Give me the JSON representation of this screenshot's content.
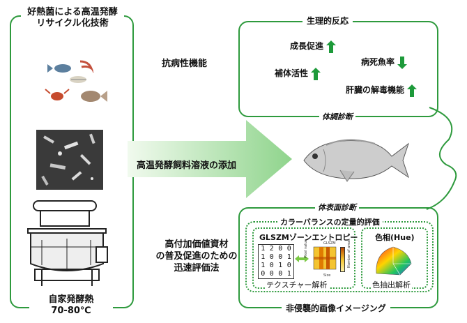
{
  "left_panel": {
    "title_line1": "好熱菌による高温発酵",
    "title_line2": "リサイクル化技術",
    "bottom_line1": "自家発酵熱",
    "bottom_line2": "70-80℃"
  },
  "middle": {
    "label_top": "抗病性機能",
    "arrow_label": "高温発酵飼料溶液の添加",
    "bottom_line1": "高付加価値資材",
    "bottom_line2": "の普及促進のための",
    "bottom_line3": "迅速評価法"
  },
  "top_right": {
    "title": "生理的反応",
    "items": [
      {
        "label": "成長促進",
        "dir": "up"
      },
      {
        "label": "病死魚率",
        "dir": "down"
      },
      {
        "label": "補体活性",
        "dir": "up"
      },
      {
        "label": "肝臓の解毒機能",
        "dir": "up"
      }
    ],
    "footer": "体調診断"
  },
  "bottom_right": {
    "title": "体表面診断",
    "inner_title": "カラーバランスの定量的評価",
    "glszm_title": "GLSZMゾーンエントロピー",
    "matrix": [
      [
        "1",
        "2",
        "0",
        "0"
      ],
      [
        "1",
        "0",
        "0",
        "1"
      ],
      [
        "1",
        "0",
        "1",
        "0"
      ],
      [
        "0",
        "0",
        "0",
        "1"
      ]
    ],
    "texture_label": "テクスチャー解析",
    "hue_title": "色相(Hue)",
    "hue_label": "色抽出解析",
    "footer": "非侵襲的画像イメージング",
    "chart_axis_top": "GLSZM",
    "chart_axis_y": "Pixel value",
    "chart_axis_x": "Size",
    "chart_axis_right": "Number of areas"
  },
  "colors": {
    "green": "#2e9a3d",
    "arrow_up": "#1d9a3a",
    "arrow_down": "#1d9a3a"
  }
}
